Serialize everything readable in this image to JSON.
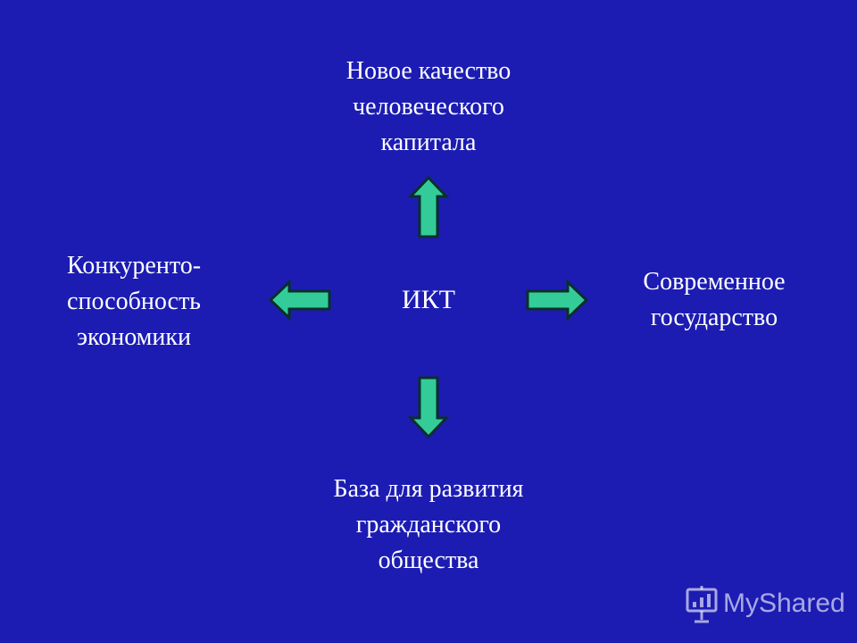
{
  "diagram": {
    "center": "ИКТ",
    "nodes": {
      "top": [
        "Новое качество",
        "человеческого",
        "капитала"
      ],
      "left": [
        "Конкуренто-",
        "способность",
        "экономики"
      ],
      "right": [
        "Современное",
        "государство"
      ],
      "bottom": [
        "База для развития",
        "гражданского",
        "общества"
      ]
    },
    "edges": [
      {
        "from": "ИКТ",
        "to": "top",
        "direction": "up"
      },
      {
        "from": "ИКТ",
        "to": "left",
        "direction": "left"
      },
      {
        "from": "ИКТ",
        "to": "right",
        "direction": "right"
      },
      {
        "from": "ИКТ",
        "to": "bottom",
        "direction": "down"
      }
    ]
  },
  "watermark": {
    "text": "MyShared",
    "icon": "presentation-board-icon"
  },
  "colors": {
    "background": "#1C1CB3",
    "text": "#FFFFFF",
    "arrow_fill": "#33CC99",
    "arrow_stroke": "#0B2F2A",
    "watermark": "#FFFFFF"
  }
}
